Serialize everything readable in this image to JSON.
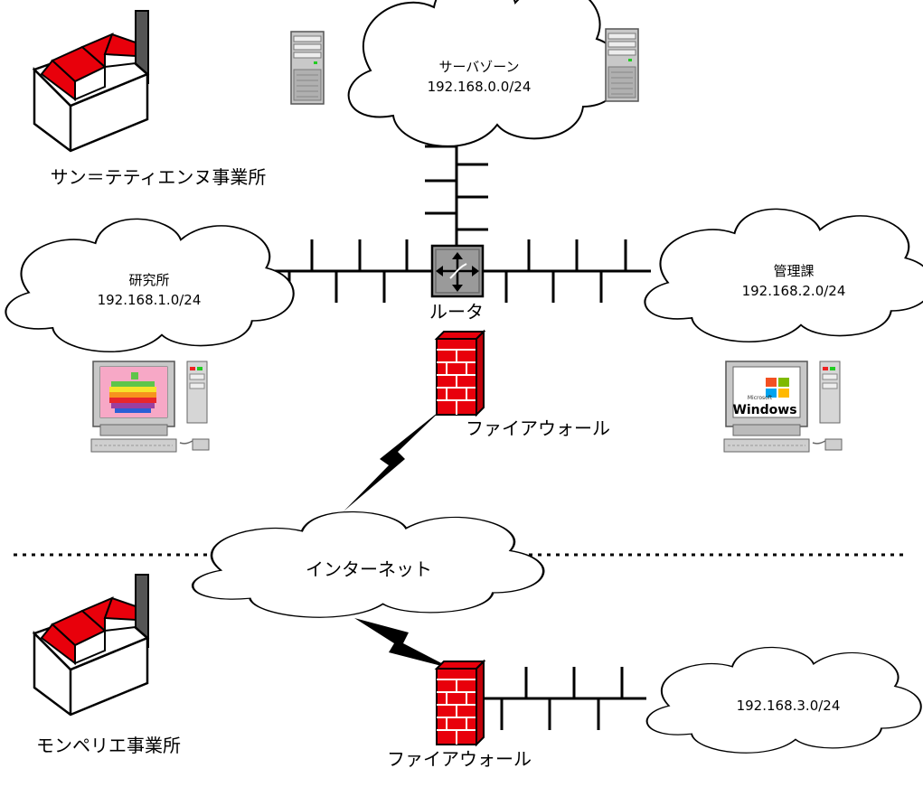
{
  "clouds": {
    "server_zone": {
      "name": "サーバゾーン",
      "subnet": "192.168.0.0/24"
    },
    "research": {
      "name": "研究所",
      "subnet": "192.168.1.0/24"
    },
    "management": {
      "name": "管理課",
      "subnet": "192.168.2.0/24"
    },
    "internet": {
      "name": "インターネット"
    },
    "montpellier_net": {
      "subnet": "192.168.3.0/24"
    }
  },
  "sites": {
    "saint_etienne": "サン＝テティエンヌ事業所",
    "montpellier": "モンペリエ事業所"
  },
  "devices": {
    "router": "ルータ",
    "firewall_top": "ファイアウォール",
    "firewall_bottom": "ファイアウォール",
    "windows_screen": "Windows",
    "windows_small": "Microsoft"
  },
  "colors": {
    "factory_roof": "#e8000b",
    "firewall_brick": "#e8000b",
    "router_gray": "#9a9a9a",
    "mac_screen_bg": "#f7a8c6"
  }
}
